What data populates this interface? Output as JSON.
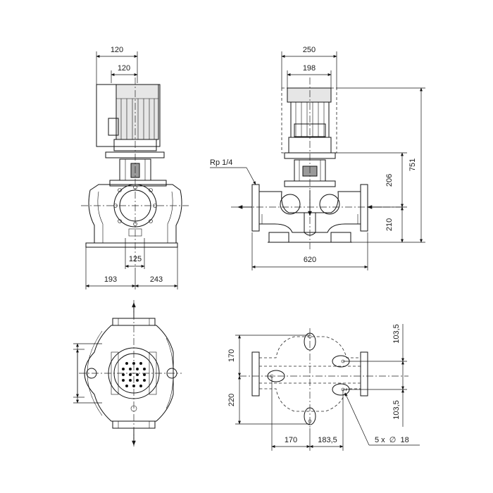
{
  "front_view": {
    "width_top_outer": "120",
    "width_top_inner": "120",
    "inlet_offset": "125",
    "left_extent": "193",
    "right_extent": "243"
  },
  "side_view": {
    "motor_width": "250",
    "motor_inner_width": "198",
    "gauge_connection": "Rp 1/4",
    "flange_length": "620",
    "height_to_coupling": "206",
    "height_to_axis": "210",
    "total_height": "751"
  },
  "plan_view": {
    "upper_half": "170",
    "lower_half": "220",
    "hole_offset_upper": "103,5",
    "hole_offset_lower": "103,5",
    "bolt_left": "170",
    "bolt_right": "183,5",
    "bolt_holes": "5 x  ∅  18"
  }
}
